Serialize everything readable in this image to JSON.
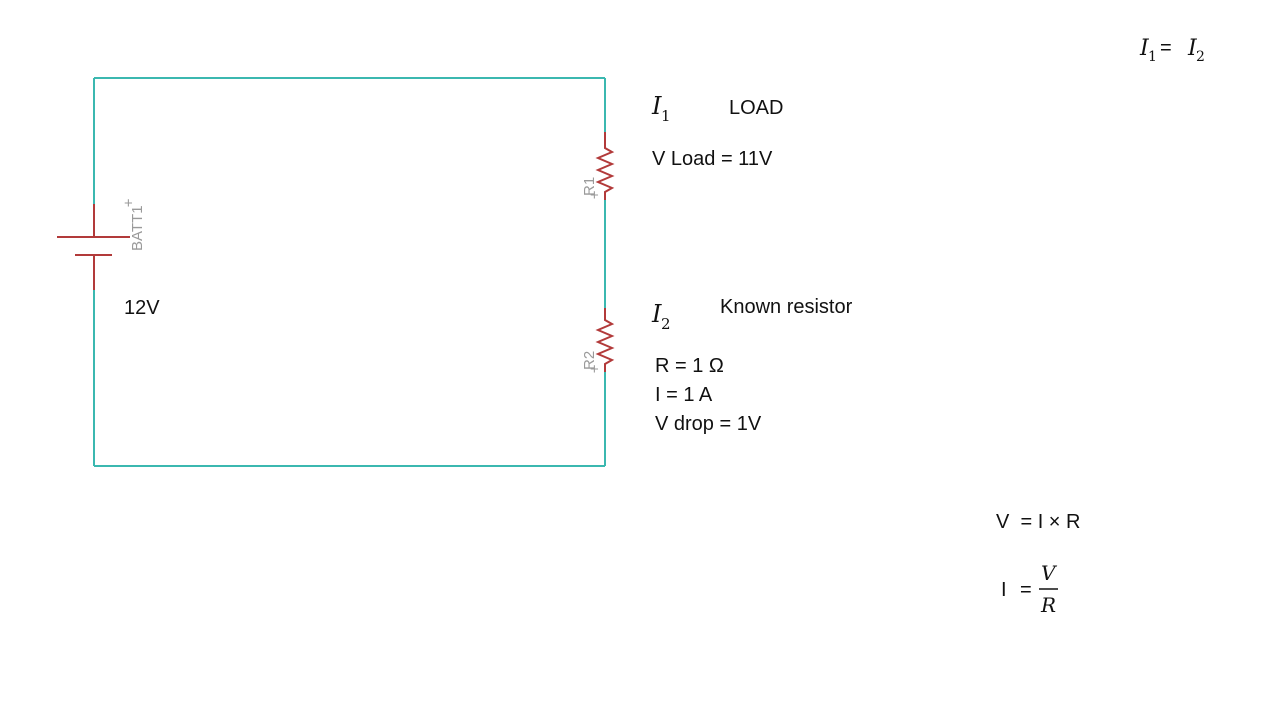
{
  "colors": {
    "wire": "#3bb8b0",
    "component": "#b23a3a",
    "refdes": "#9a9a9a",
    "text": "#111111",
    "background": "#ffffff"
  },
  "battery": {
    "refdes": "BATT1",
    "plus_mark": "+",
    "voltage": "12V"
  },
  "load_resistor": {
    "refdes": "R1",
    "plus_mark": "+",
    "current_symbol": "I",
    "current_subscript": "1",
    "title": "LOAD",
    "voltage_note": "V Load = 11V"
  },
  "known_resistor": {
    "refdes": "R2",
    "plus_mark": "+",
    "current_symbol": "I",
    "current_subscript": "2",
    "title": "Known resistor",
    "lines": [
      "R = 1 Ω",
      "I = 1 A",
      "V drop = 1V"
    ]
  },
  "equality": {
    "left_symbol": "I",
    "left_subscript": "1",
    "equals": "=",
    "right_symbol": "I",
    "right_subscript": "2"
  },
  "ohms_law": {
    "line1": "V  = I × R",
    "lhs": "I",
    "equals": "=",
    "numerator": "V",
    "denominator": "R"
  }
}
